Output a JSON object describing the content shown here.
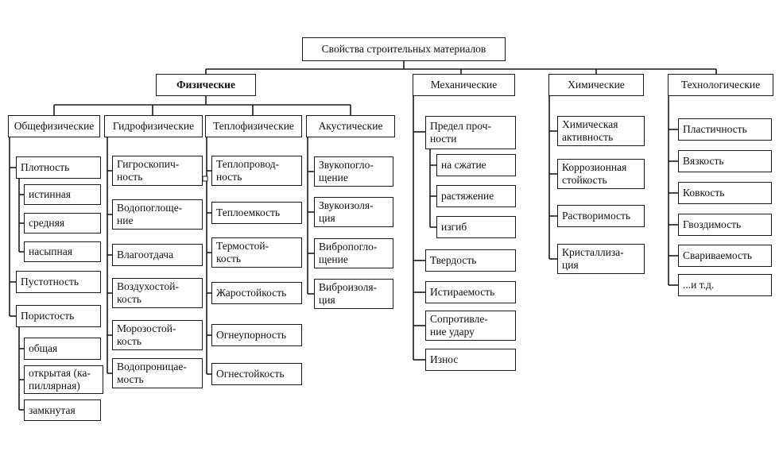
{
  "root": "Свойства строительных материалов",
  "physical": {
    "title": "Физические",
    "general": {
      "title": "Общефизические",
      "density": "Плотность",
      "density_items": [
        "истинная",
        "средняя",
        "насыпная"
      ],
      "voidness": "Пустотность",
      "porosity": "Пористость",
      "porosity_items": [
        "общая",
        "открытая (ка-\nпиллярная)",
        "замкнутая"
      ]
    },
    "hydro": {
      "title": "Гидрофизические",
      "items": [
        "Гигроскопич-\nность",
        "Водопоглоще-\nние",
        "Влагоотдача",
        "Воздухостой-\nкость",
        "Морозостой-\nкость",
        "Водопроницае-\nмость"
      ]
    },
    "thermo": {
      "title": "Теплофизические",
      "items": [
        "Теплопровод-\nность",
        "Теплоемкость",
        "Термостой-\nкость",
        "Жаростойкость",
        "Огнеупорность",
        "Огнестойкость"
      ]
    },
    "acoustic": {
      "title": "Акустические",
      "items": [
        "Звукопогло-\nщение",
        "Звукоизоля-\nция",
        "Вибропогло-\nщение",
        "Виброизоля-\nция"
      ]
    }
  },
  "mechanical": {
    "title": "Механические",
    "strength": "Предел проч-\nности",
    "strength_items": [
      "на сжатие",
      "растяжение",
      "изгиб"
    ],
    "items": [
      "Твердость",
      "Истираемость",
      "Сопротивле-\nние удару",
      "Износ"
    ]
  },
  "chemical": {
    "title": "Химические",
    "items": [
      "Химическая\nактивность",
      "Коррозионная\nстойкость",
      "Растворимость",
      "Кристаллиза-\nция"
    ]
  },
  "technological": {
    "title": "Технологические",
    "items": [
      "Пластичность",
      "Вязкость",
      "Ковкость",
      "Гвоздимость",
      "Свариваемость",
      "...и т.д."
    ]
  }
}
